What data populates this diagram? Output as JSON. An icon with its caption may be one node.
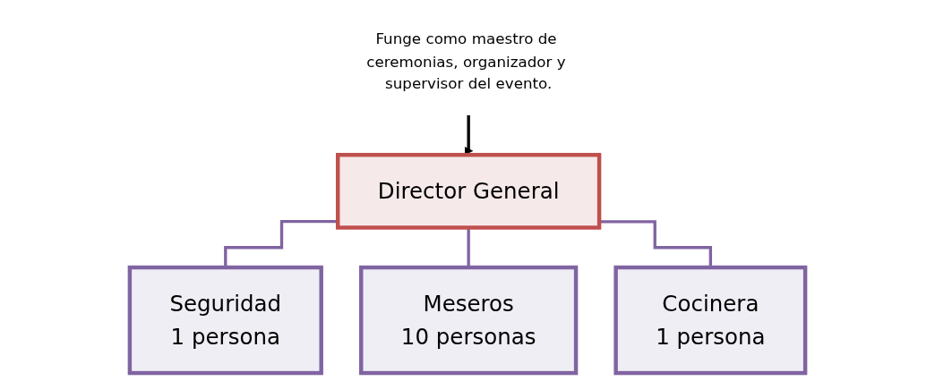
{
  "diagram": {
    "nodes": [
      {
        "text": [
          "Director General"
        ]
      },
      {
        "text": [
          "Seguridad",
          "1 persona"
        ]
      },
      {
        "text": [
          "Meseros",
          "10 personas"
        ]
      },
      {
        "text": [
          "Cocinera",
          "1 persona"
        ]
      },
      {
        "text": [
          "Funge como maestro de ceremonias, organizador y supervisor del evento."
        ]
      }
    ],
    "edges": [
      {
        "from": 0,
        "to": 1,
        "arrow": "none"
      },
      {
        "from": 0,
        "to": 2,
        "arrow": "none"
      },
      {
        "from": 0,
        "to": 3,
        "arrow": "none"
      },
      {
        "from": 4,
        "to": 0,
        "arrow": "to",
        "color": "#000000"
      }
    ]
  }
}
